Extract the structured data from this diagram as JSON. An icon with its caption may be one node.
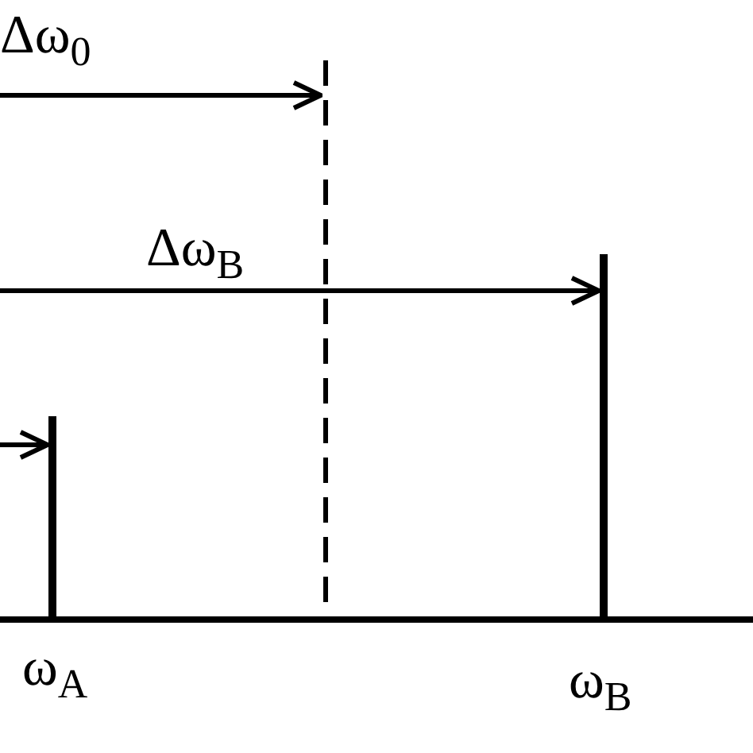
{
  "diagram": {
    "nodes": [
      {
        "text": [],
        "shape": "bar"
      },
      {
        "text": [],
        "shape": "bar"
      },
      {
        "text": [],
        "shape": "bar"
      }
    ],
    "edges": [
      {
        "from": null,
        "to": 0,
        "arrow": "to"
      },
      {
        "from": null,
        "to": 1,
        "arrow": "to",
        "label": "Δω$_{0}$"
      },
      {
        "from": null,
        "to": 2,
        "arrow": "to",
        "label": "Δω$_{B}$"
      }
    ],
    "labels": [
      "ω$_{A}$",
      "ω$_{B}$"
    ]
  }
}
